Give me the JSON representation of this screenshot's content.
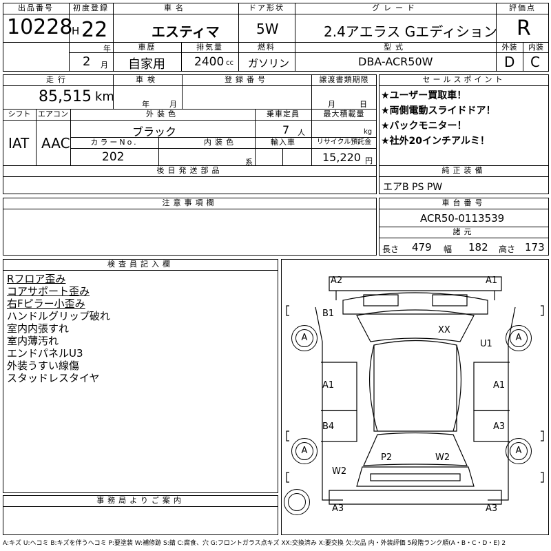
{
  "headers": {
    "lot_no": "出品番号",
    "first_reg": "初度登録",
    "car_name": "車名",
    "door": "ドア形状",
    "grade": "グレード",
    "score": "評価点",
    "history": "車歴",
    "displacement": "排気量",
    "fuel": "燃料",
    "model_code": "型式",
    "exterior": "外装",
    "interior": "内装",
    "mileage": "走行",
    "inspection": "車検",
    "reg_no": "登録番号",
    "transfer_doc": "譲渡書類期限",
    "sales_points": "セールスポイント",
    "shift": "シフト",
    "aircon": "エアコン",
    "ext_color": "外装色",
    "capacity": "乗車定員",
    "max_load": "最大積載量",
    "color_no": "カラーNo.",
    "int_color": "内装色",
    "import": "輸入車",
    "recycle": "リサイクル預託金",
    "later_parts": "後日発送部品",
    "options": "純正装備",
    "notes": "注意事項欄",
    "chassis": "車台番号",
    "specs": "諸元",
    "inspector": "検査員記入欄",
    "office": "事務局よりご案内"
  },
  "values": {
    "lot_no": "10228",
    "era_h": "H",
    "year": "22",
    "year_unit": "年",
    "month": "2",
    "month_unit": "月",
    "car_name": "エスティマ",
    "door": "5W",
    "grade": "2.4アエラス Gエディション",
    "score": "R",
    "history": "自家用",
    "displacement": "2400",
    "displacement_unit": "cc",
    "fuel": "ガソリン",
    "model_code": "DBA-ACR50W",
    "exterior_score": "D",
    "interior_score": "C",
    "mileage": "85,515",
    "mileage_unit": "km",
    "insp_year_unit": "年",
    "insp_month_unit": "月",
    "doc_month_unit": "月",
    "doc_day_unit": "日",
    "shift": "IAT",
    "aircon": "AAC",
    "ext_color": "ブラック",
    "capacity": "7",
    "capacity_unit": "人",
    "load_unit": "kg",
    "color_no": "202",
    "int_color_unit": "系",
    "recycle": "15,220",
    "recycle_unit": "円",
    "options": "エアB PS PW",
    "chassis": "ACR50-0113539",
    "length_label": "長さ",
    "length": "479",
    "width_label": "幅",
    "width": "182",
    "height_label": "高さ",
    "height": "173"
  },
  "sales_points": [
    "★ユーザー買取車！",
    "★両側電動スライドドア！",
    "★バックモニター！",
    "★社外20インチアルミ！"
  ],
  "inspector_notes": [
    "Rフロア歪み",
    "コアサポート歪み",
    "右Fピラー小歪み",
    "ハンドルグリップ破れ",
    "室内内張すれ",
    "室内薄汚れ",
    "エンドパネルU3",
    "外装うすい線傷",
    "スタッドレスタイヤ"
  ],
  "diagram_marks": {
    "front_left": "A2",
    "front_right": "A1",
    "b_pillar": "B1",
    "roof": "XX",
    "right_side": "U1",
    "left_front_door": "A1",
    "right_front_door": "A1",
    "left_rear": "B4",
    "right_rear": "A3",
    "floor": "P2",
    "rear_right_w": "W2",
    "rear_left_w": "W2",
    "rear_left": "A3",
    "rear_right": "A3",
    "tire": "A"
  },
  "legend": "A:キズ U:ヘコミ B:キズを伴うヘコミ P:要塗装 W:補修跡 S:錆 C:腐食、穴 G:フロントガラス点キズ XX:交換済み X:要交換 欠:欠品 内・外装評価 5段階ランク順(A・B・C・D・E) 2"
}
